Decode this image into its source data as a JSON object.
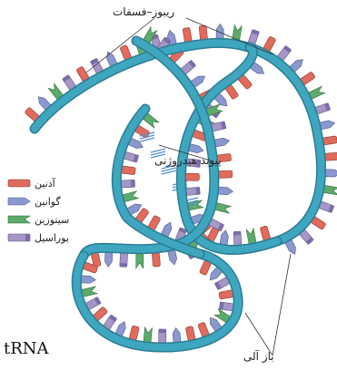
{
  "labels": {
    "backbone": "ریبوز–فسفات",
    "hydrogen_bond": "پیوند هیدروژنی",
    "base": "باز آلی",
    "molecule": "tRNA"
  },
  "legend": [
    {
      "key": "adenine",
      "text": "آدنین",
      "color": "#e06a5c",
      "icon": "adenine-block-icon"
    },
    {
      "key": "guanine",
      "text": "گوانین",
      "color": "#8a98cf",
      "icon": "guanine-arrow-icon"
    },
    {
      "key": "cytosine",
      "text": "سیتوزین",
      "color": "#5dab6a",
      "icon": "cytosine-notch-icon"
    },
    {
      "key": "uracil",
      "text": "یوراسیل",
      "color": "#a596c6",
      "icon": "uracil-bar-icon"
    }
  ],
  "colors": {
    "backbone": "#3fa6bf",
    "backbone_dark": "#2a7d92",
    "hydrogen_bond": "#4f8fd4"
  }
}
